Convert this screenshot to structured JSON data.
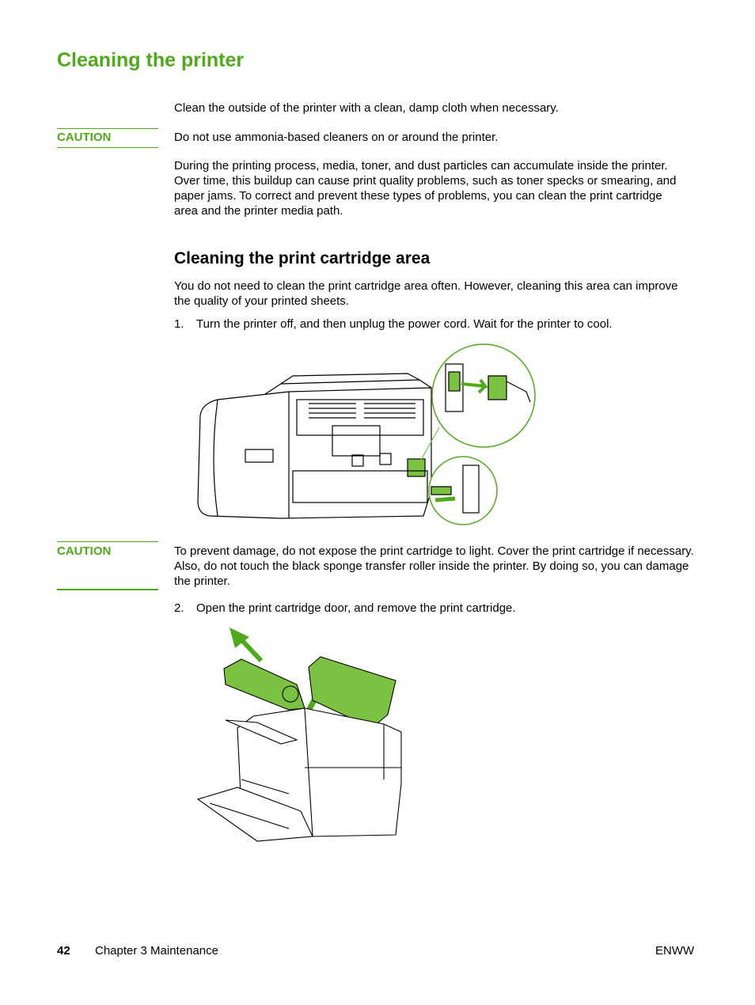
{
  "page": {
    "title": "Cleaning the printer",
    "intro": "Clean the outside of the printer with a clean, damp cloth when necessary.",
    "caution1": {
      "label": "CAUTION",
      "text": "Do not use ammonia-based cleaners on or around the printer."
    },
    "paragraph1": "During the printing process, media, toner, and dust particles can accumulate inside the printer. Over time, this buildup can cause print quality problems, such as toner specks or smearing, and paper jams. To correct and prevent these types of problems, you can clean the print cartridge area and the printer media path.",
    "section": {
      "title": "Cleaning the print cartridge area",
      "intro": "You do not need to clean the print cartridge area often. However, cleaning this area can improve the quality of your printed sheets."
    },
    "steps": [
      {
        "num": "1.",
        "text": "Turn the printer off, and then unplug the power cord. Wait for the printer to cool."
      },
      {
        "num": "2.",
        "text": "Open the print cartridge door, and remove the print cartridge."
      }
    ],
    "caution2": {
      "label": "CAUTION",
      "text": "To prevent damage, do not expose the print cartridge to light. Cover the print cartridge if necessary. Also, do not touch the black sponge transfer roller inside the printer. By doing so, you can damage the printer."
    }
  },
  "footer": {
    "page_number": "42",
    "chapter": "Chapter 3  Maintenance",
    "right": "ENWW"
  },
  "colors": {
    "accent": "#4eaa1b",
    "text": "#000000",
    "illustration_green": "#7cc242"
  },
  "icons": {
    "figure1": "printer-unplug-illustration",
    "figure2": "printer-open-cartridge-illustration"
  }
}
